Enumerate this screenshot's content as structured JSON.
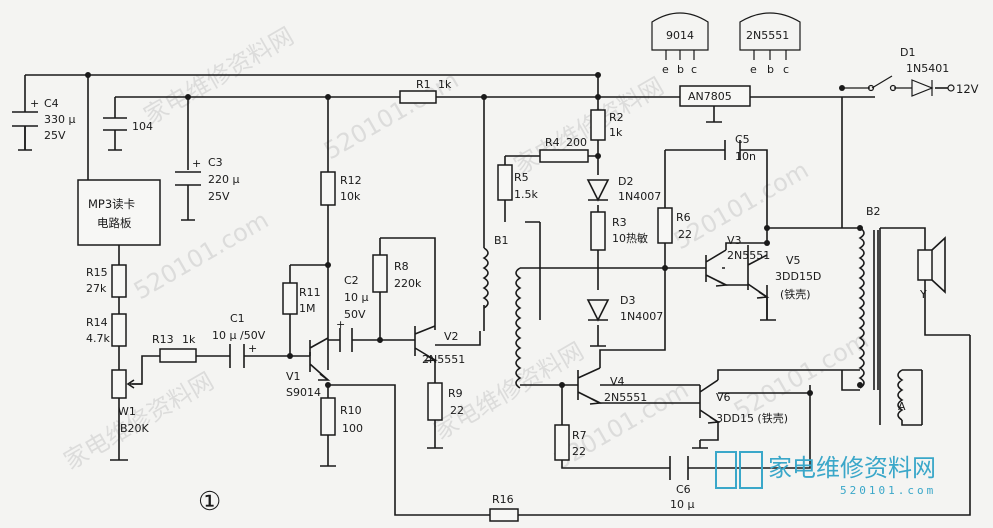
{
  "figure_number": "①",
  "power_input": "12V",
  "pinout": [
    {
      "name": "9014",
      "pins": [
        "e",
        "b",
        "c"
      ]
    },
    {
      "name": "2N5551",
      "pins": [
        "e",
        "b",
        "c"
      ]
    }
  ],
  "components": {
    "c4": {
      "ref": "C4",
      "value": "330 μ",
      "voltage": "25V"
    },
    "c104": {
      "value": "104"
    },
    "c3": {
      "ref": "C3",
      "value": "220 μ",
      "voltage": "25V"
    },
    "r1": {
      "ref": "R1",
      "value": "1k"
    },
    "r2": {
      "ref": "R2",
      "value": "1k"
    },
    "u1": {
      "value": "AN7805"
    },
    "d1": {
      "ref": "D1",
      "value": "1N5401"
    },
    "mp3": {
      "line1": "MP3读卡",
      "line2": "电路板"
    },
    "r15": {
      "ref": "R15",
      "value": "27k"
    },
    "r14": {
      "ref": "R14",
      "value": "4.7k"
    },
    "w1": {
      "ref": "W1",
      "value": "B20K"
    },
    "r13": {
      "ref": "R13",
      "value": "1k"
    },
    "c1": {
      "ref": "C1",
      "value": "10 μ /50V"
    },
    "r12": {
      "ref": "R12",
      "value": "10k"
    },
    "r11": {
      "ref": "R11",
      "value": "1M"
    },
    "c2": {
      "ref": "C2",
      "value": "10 μ",
      "voltage": "50V"
    },
    "r8": {
      "ref": "R8",
      "value": "220k"
    },
    "v1": {
      "ref": "V1",
      "value": "S9014"
    },
    "v2": {
      "ref": "V2",
      "value": "2N5551"
    },
    "r9": {
      "ref": "R9",
      "value": "22"
    },
    "r10": {
      "ref": "R10",
      "value": "100"
    },
    "r4": {
      "ref": "R4",
      "value": "200"
    },
    "r5": {
      "ref": "R5",
      "value": "1.5k"
    },
    "d2": {
      "ref": "D2",
      "value": "1N4007"
    },
    "r3": {
      "ref": "R3",
      "value": "10热敏"
    },
    "d3": {
      "ref": "D3",
      "value": "1N4007"
    },
    "c5": {
      "ref": "C5",
      "value": "10n"
    },
    "r6": {
      "ref": "R6",
      "value": "22"
    },
    "v3": {
      "ref": "V3",
      "value": "2N5551"
    },
    "v5": {
      "ref": "V5",
      "value": "3DD15D",
      "note": "(铁壳)"
    },
    "b1": {
      "ref": "B1"
    },
    "b2": {
      "ref": "B2"
    },
    "v4": {
      "ref": "V4",
      "value": "2N5551"
    },
    "v6": {
      "ref": "V6",
      "value": "3DD15 (铁壳)"
    },
    "r7": {
      "ref": "R7",
      "value": "22"
    },
    "c6": {
      "ref": "C6",
      "value": "10 μ"
    },
    "r16": {
      "ref": "R16"
    },
    "speaker": {
      "ref": "Y"
    },
    "coil_a": {
      "ref": "A"
    }
  },
  "watermarks": {
    "text1": "家电维修资料网",
    "text2": "520101.com"
  },
  "brand": {
    "name": "家电维修资料网",
    "url": "520101.com"
  }
}
